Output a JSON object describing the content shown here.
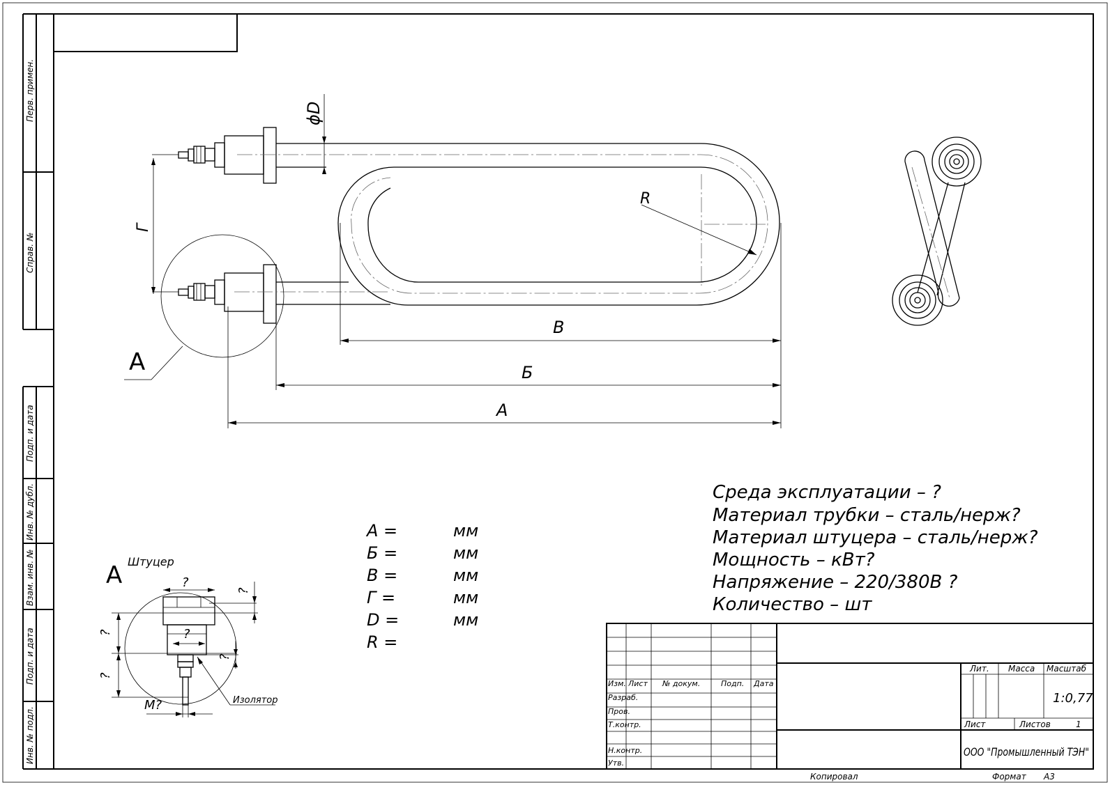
{
  "side_labels": {
    "perv_primen": "Перв. примен.",
    "sprav_no": "Справ. №",
    "podp_data_1": "Подп. и дата",
    "inv_dubl": "Инв. № дубл.",
    "vzam_inv": "Взам. инв. №",
    "podp_data_2": "Подп. и дата",
    "inv_podl": "Инв. № подл."
  },
  "dimensions": {
    "diameter": "ϕD",
    "radius": "R",
    "gamma": "Г",
    "v": "В",
    "b": "Б",
    "a": "А"
  },
  "detail": {
    "callout": "А",
    "title_letter": "А",
    "title": "Штуцер",
    "q": "?",
    "thread": "М?",
    "insulator": "Изолятор"
  },
  "values_table": {
    "rows": [
      {
        "name": "А =",
        "unit": "мм"
      },
      {
        "name": "Б =",
        "unit": "мм"
      },
      {
        "name": "В =",
        "unit": "мм"
      },
      {
        "name": "Г =",
        "unit": "мм"
      },
      {
        "name": "D =",
        "unit": "мм"
      },
      {
        "name": "R =",
        "unit": ""
      }
    ]
  },
  "specs": [
    "Среда эксплуатации – ?",
    "Материал трубки – сталь/нерж?",
    "Материал штуцера – сталь/нерж?",
    "Мощность –      кВт?",
    "Напряжение – 220/380В ?",
    "Количество –        шт"
  ],
  "title_block": {
    "izm": "Изм.",
    "list": "Лист",
    "no_dokum": "№ докум.",
    "podp": "Подп.",
    "data": "Дата",
    "razrab": "Разраб.",
    "prov": "Пров.",
    "tkontr": "Т.контр.",
    "nkontr": "Н.контр.",
    "utv": "Утв.",
    "lit": "Лит.",
    "massa": "Масса",
    "masshtab": "Масштаб",
    "scale": "1:0,77",
    "list2": "Лист",
    "listov": "Листов",
    "listov_num": "1",
    "company": "ООО \"Промышленный ТЭН\""
  },
  "footer": {
    "kopiroval": "Копировал",
    "format": "Формат",
    "format_val": "А3"
  }
}
